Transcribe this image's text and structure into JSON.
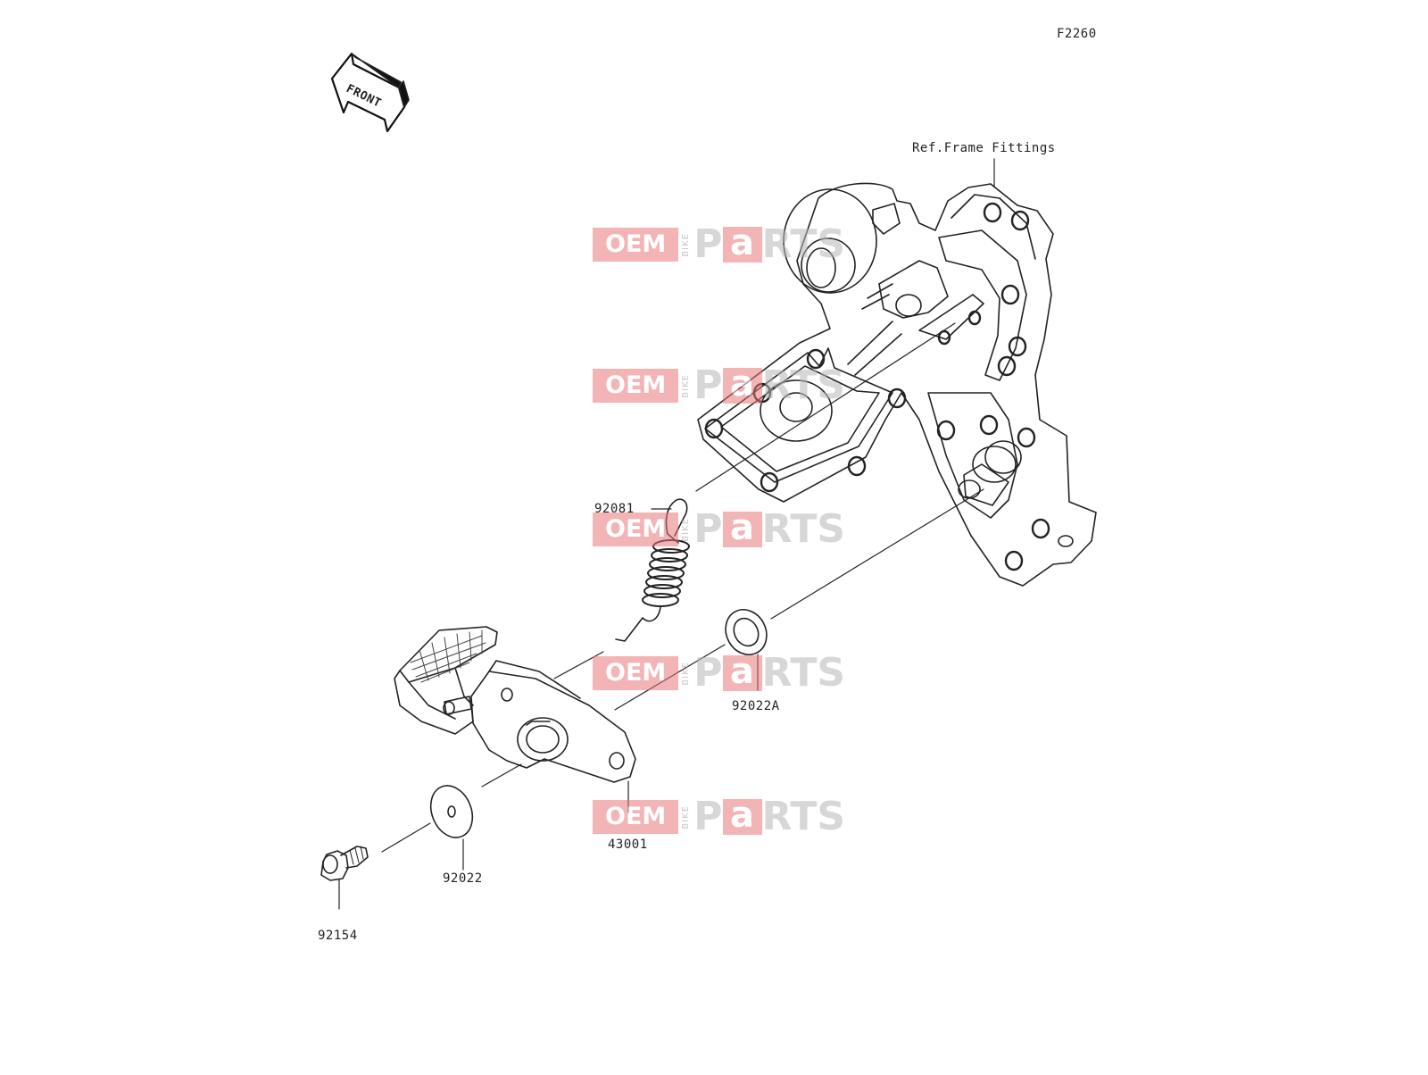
{
  "diagram": {
    "code": "F2260",
    "front_label": "FRONT",
    "reference_label": "Ref.Frame Fittings",
    "callouts": [
      {
        "id": "c92081",
        "text": "92081"
      },
      {
        "id": "c92022A",
        "text": "92022A"
      },
      {
        "id": "c43001",
        "text": "43001"
      },
      {
        "id": "c92022",
        "text": "92022"
      },
      {
        "id": "c92154",
        "text": "92154"
      }
    ]
  },
  "watermark": {
    "oem": "OEM",
    "bike": "BIKE",
    "p": "P",
    "a": "a",
    "rts": "RTS",
    "color": "#e8777a"
  }
}
